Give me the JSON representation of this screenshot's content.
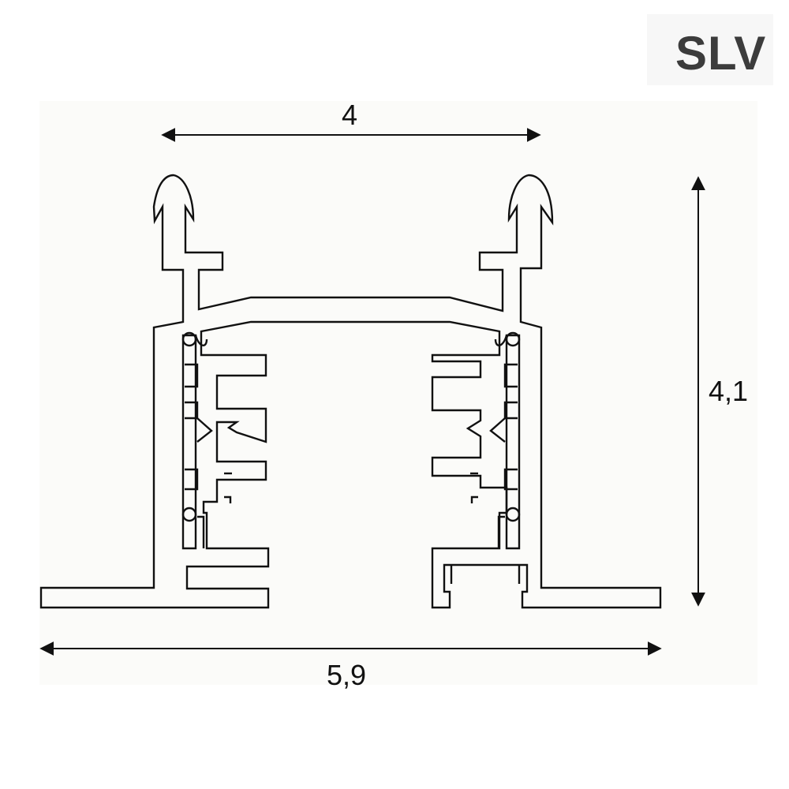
{
  "brand": {
    "name": "SLV",
    "accent_color": "#f5c400",
    "text_color": "#3c3c3c"
  },
  "dimensions": {
    "top_width": "4",
    "height": "4,1",
    "bottom_width": "5,9"
  },
  "colors": {
    "background": "#ffffff",
    "panel": "#fbfbf9",
    "line": "#111111"
  }
}
